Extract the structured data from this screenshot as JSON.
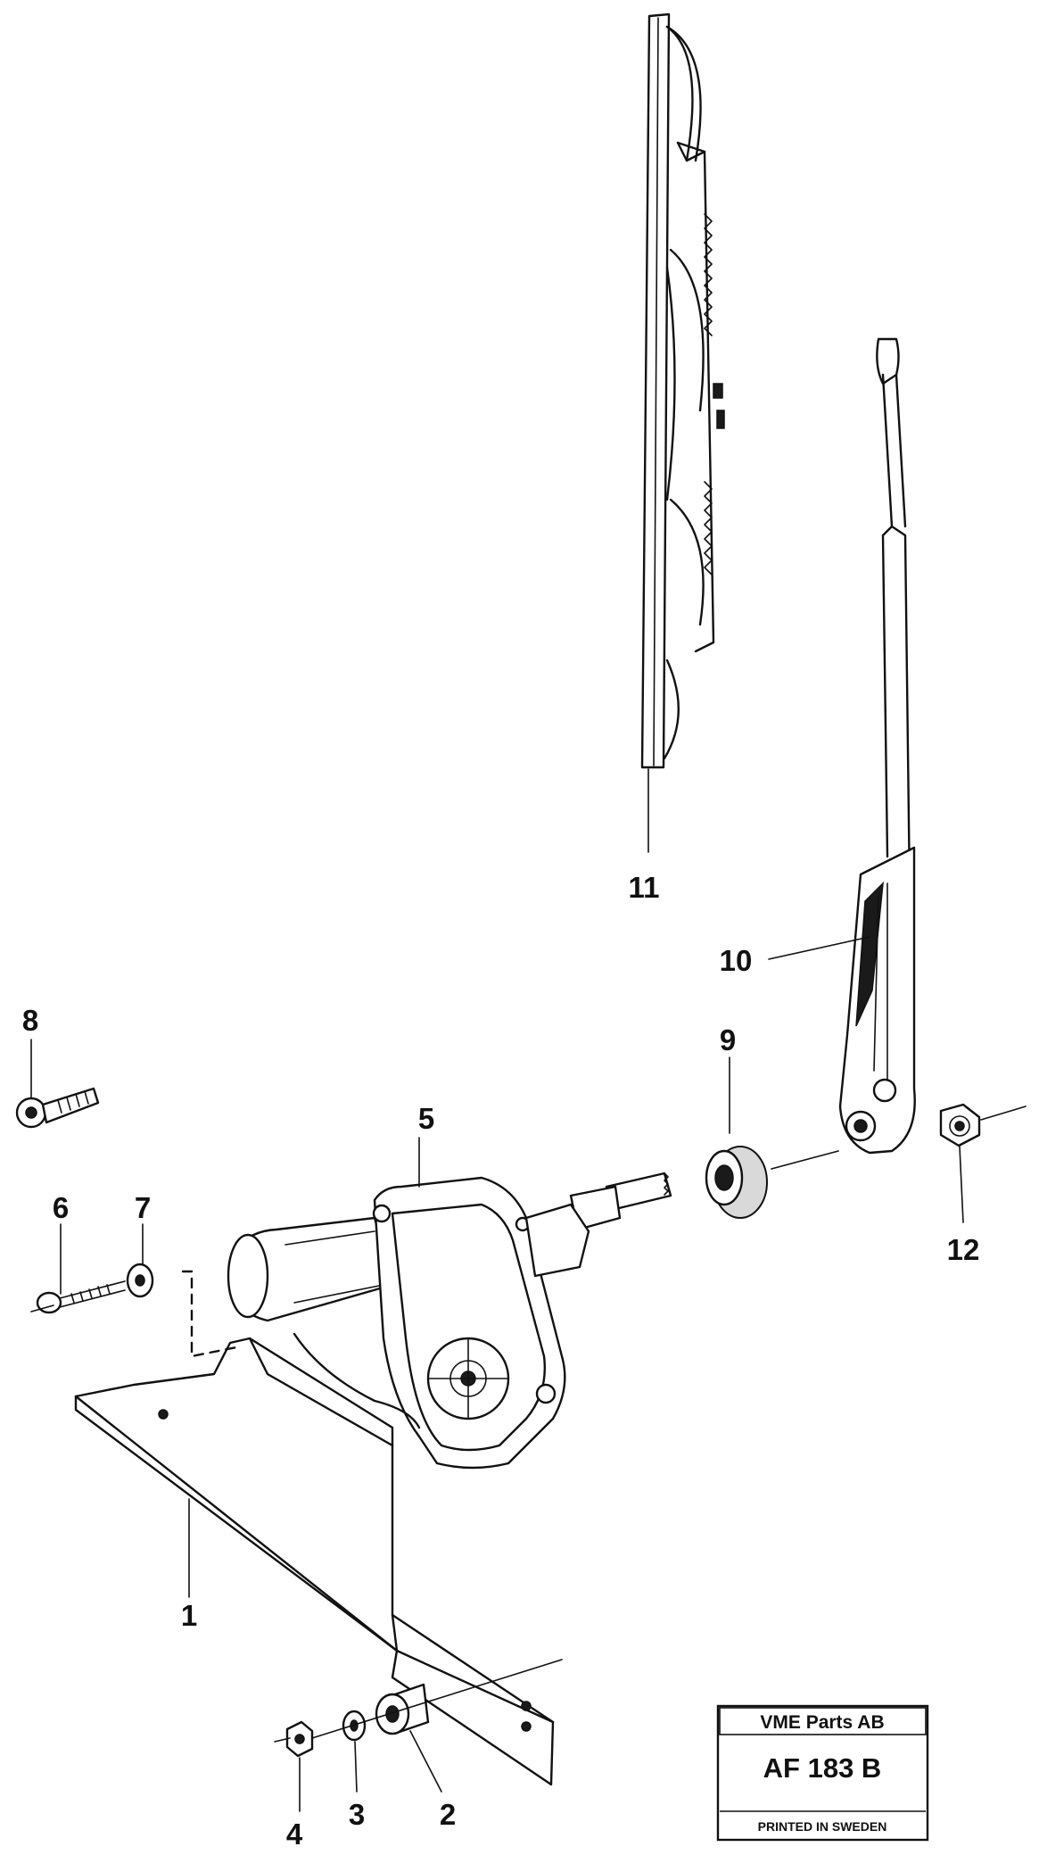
{
  "part_labels": {
    "p1": "1",
    "p2": "2",
    "p3": "3",
    "p4": "4",
    "p5": "5",
    "p6": "6",
    "p7": "7",
    "p8": "8",
    "p9": "9",
    "p10": "10",
    "p11": "11",
    "p12": "12"
  },
  "title_box": {
    "company": "VME Parts AB",
    "code": "AF 183 B",
    "footer": "PRINTED IN SWEDEN"
  }
}
